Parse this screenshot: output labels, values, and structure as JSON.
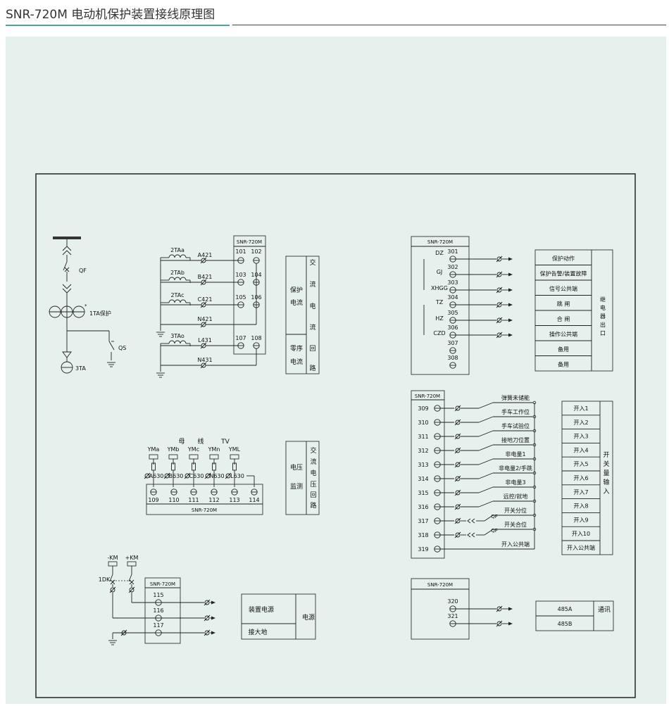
{
  "page": {
    "title": "SNR-720M 电动机保护装置接线原理图",
    "accent": "#4aa3a0",
    "panel_bg": "#e6f0ec"
  },
  "feeder": {
    "qf": "QF",
    "ta1": "1TA保护",
    "qs": "QS",
    "ta3": "3TA",
    "polarity": "*"
  },
  "ac": {
    "device": "SNR-720M",
    "cts": [
      "2TAa",
      "2TAb",
      "2TAc",
      "3TAo"
    ],
    "wires": [
      "A421",
      "B421",
      "C421",
      "N421",
      "L431",
      "N431"
    ],
    "terms": [
      "101",
      "102",
      "103",
      "104",
      "105",
      "106",
      "107",
      "108"
    ],
    "label_prot_l1": "保护",
    "label_prot_l2": "电流",
    "label_zero_l1": "零序",
    "label_zero_l2": "电流",
    "side": [
      "交",
      "流",
      "电",
      "流",
      "回",
      "路"
    ]
  },
  "relay": {
    "device": "SNR-720M",
    "terms": [
      "301",
      "302",
      "303",
      "304",
      "305",
      "306",
      "307",
      "308"
    ],
    "contacts": [
      "DZ",
      "GJ",
      "XHGG",
      "TZ",
      "HZ",
      "CZD"
    ],
    "rows": [
      "保护动作",
      "保护告警/装置故障",
      "信号公共端",
      "跳  闸",
      "合  闸",
      "操作公共端",
      "备用",
      "备用"
    ],
    "side": [
      "继",
      "电",
      "器",
      "出",
      "口"
    ]
  },
  "bus": {
    "header": [
      "母",
      "线",
      "TV"
    ],
    "phases": [
      "YMa",
      "YMb",
      "YMc",
      "YMn",
      "YML"
    ],
    "wires": [
      "A630",
      "B630",
      "C630",
      "N630",
      "L630"
    ],
    "terms": [
      "109",
      "110",
      "111",
      "112",
      "113",
      "114"
    ],
    "device": "SNR-720M",
    "label_l1": "电压",
    "label_l2": "监测",
    "side": [
      "交",
      "流",
      "电",
      "压",
      "回",
      "路"
    ]
  },
  "di": {
    "device": "SNR-720M",
    "terms": [
      "309",
      "310",
      "311",
      "312",
      "313",
      "314",
      "315",
      "316",
      "317",
      "318",
      "319"
    ],
    "signals": [
      "弹簧未储能",
      "手车工作位",
      "手车试验位",
      "接地刀位置",
      "非电量1",
      "非电量2/手跳",
      "非电量3",
      "远控/就地",
      "开关分位",
      "开关合位",
      "开入公共端"
    ],
    "qf": "QF",
    "inputs": [
      "开入1",
      "开入2",
      "开入3",
      "开入4",
      "开入5",
      "开入6",
      "开入7",
      "开入8",
      "开入9",
      "开入10",
      "开入公共端"
    ],
    "side": [
      "开",
      "关",
      "量",
      "输",
      "入"
    ]
  },
  "power": {
    "km_neg": "-KM",
    "km_pos": "+KM",
    "dk": "1DK",
    "device": "SNR-720M",
    "terms": [
      "115",
      "116",
      "117"
    ],
    "rows": [
      "装置电源",
      "接大地"
    ],
    "side": "电源"
  },
  "comm": {
    "device": "SNR-720M",
    "terms": [
      "320",
      "321"
    ],
    "rows": [
      "485A",
      "485B"
    ],
    "side": "通讯"
  }
}
